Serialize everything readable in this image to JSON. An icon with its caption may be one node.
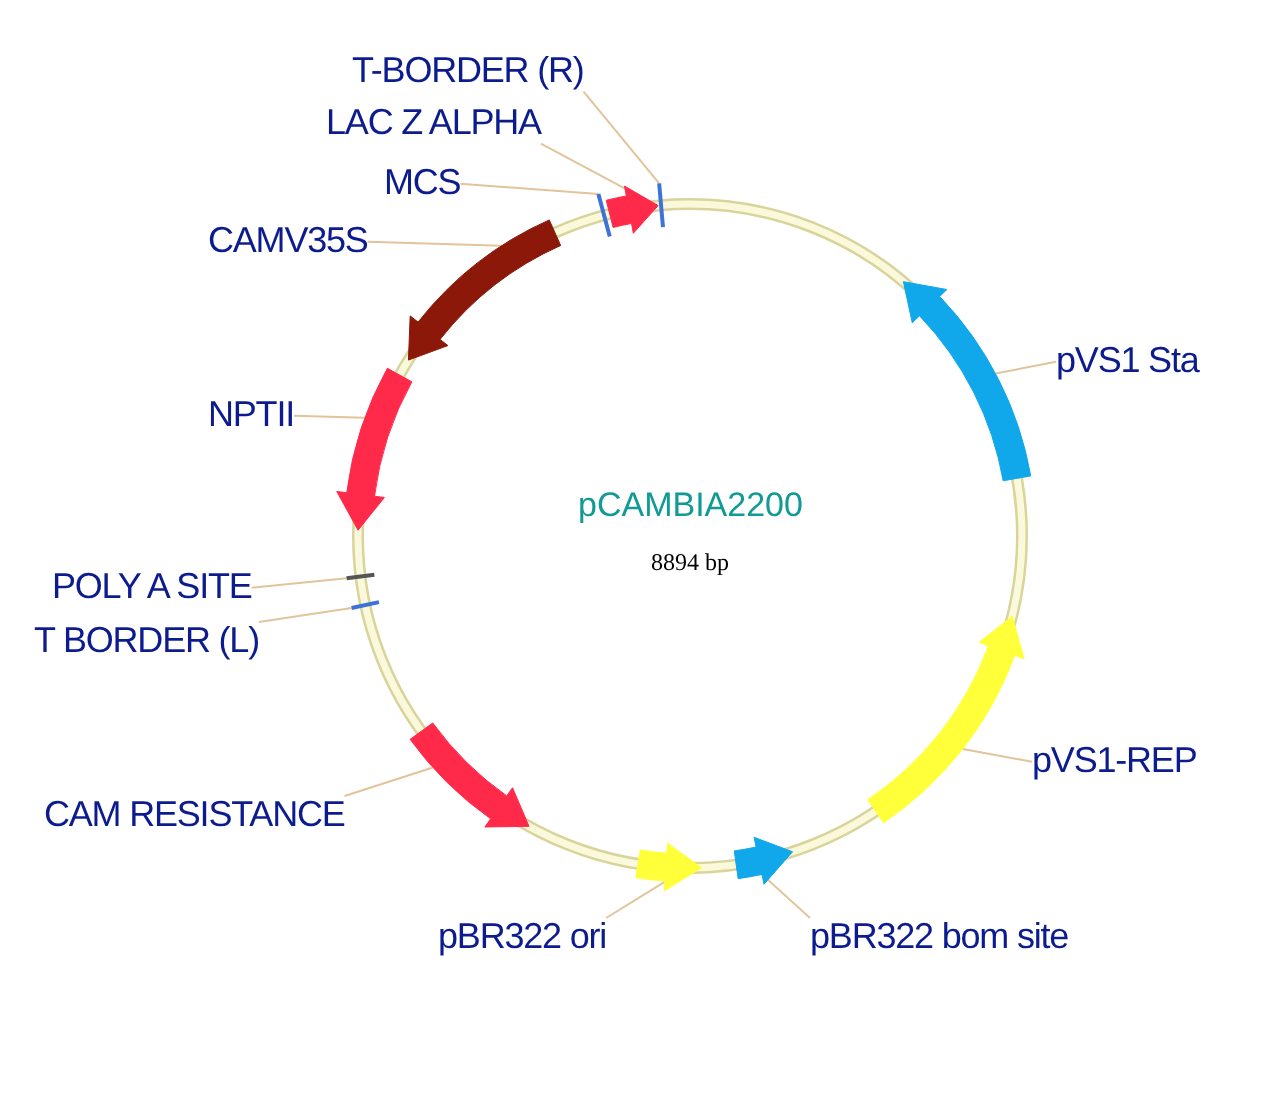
{
  "diagram": {
    "nodes": [
      {
        "text": [
          "T-BORDER (R)"
        ]
      },
      {
        "text": [
          "LAC Z ALPHA"
        ]
      },
      {
        "text": [
          "MCS"
        ]
      },
      {
        "text": [
          "CAMV35S"
        ]
      },
      {
        "text": [
          "NPTII"
        ]
      },
      {
        "text": [
          "POLY A SITE"
        ]
      },
      {
        "text": [
          "T BORDER (L)"
        ]
      },
      {
        "text": [
          "CAM RESISTANCE"
        ]
      },
      {
        "text": [
          "pBR322 ori"
        ]
      },
      {
        "text": [
          "pBR322 bom site"
        ]
      },
      {
        "text": [
          "pVS1-REP"
        ]
      },
      {
        "text": [
          "pVS1 Sta"
        ]
      },
      {
        "text": [],
        "shape": "bar"
      },
      {
        "text": [],
        "shape": "arrow"
      },
      {
        "text": [],
        "shape": "bar"
      },
      {
        "text": [],
        "shape": "arrow"
      },
      {
        "text": [],
        "shape": "arrow"
      },
      {
        "text": [],
        "shape": "bar"
      },
      {
        "text": [],
        "shape": "bar"
      },
      {
        "text": [],
        "shape": "arrow"
      },
      {
        "text": [],
        "shape": "arrow"
      },
      {
        "text": [],
        "shape": "arrow"
      },
      {
        "text": [],
        "shape": "arrow"
      },
      {
        "text": [],
        "shape": "arrow"
      }
    ],
    "edges": [
      {
        "from": 0,
        "to": 12,
        "arrow": "none"
      },
      {
        "from": 1,
        "to": 13,
        "arrow": "none"
      },
      {
        "from": 2,
        "to": 14,
        "arrow": "none"
      },
      {
        "from": 3,
        "to": 15,
        "arrow": "none"
      },
      {
        "from": 4,
        "to": 16,
        "arrow": "none"
      },
      {
        "from": 5,
        "to": 17,
        "arrow": "none"
      },
      {
        "from": 6,
        "to": 18,
        "arrow": "none"
      },
      {
        "from": 7,
        "to": 19,
        "arrow": "none"
      },
      {
        "from": 8,
        "to": 20,
        "arrow": "none"
      },
      {
        "from": 9,
        "to": 21,
        "arrow": "none"
      },
      {
        "from": 10,
        "to": 22,
        "arrow": "none"
      },
      {
        "from": 11,
        "to": 23,
        "arrow": "none"
      }
    ],
    "labels": [
      "pCAMBIA2200",
      "8894 bp"
    ]
  }
}
